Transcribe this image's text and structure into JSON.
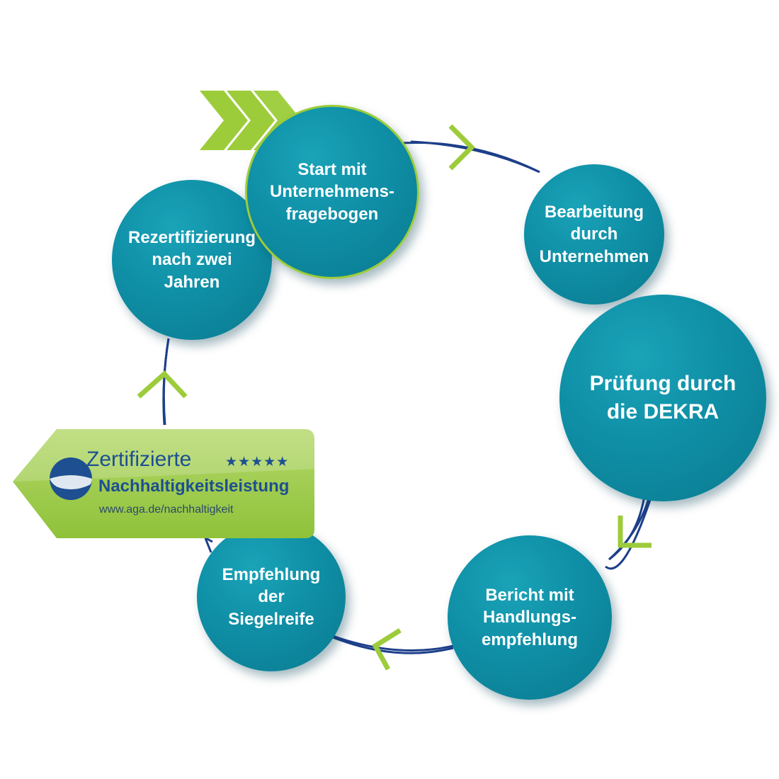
{
  "diagram": {
    "nodes": [
      {
        "id": "start",
        "label": "Start mit\nUnternehmens-\nfragebogen"
      },
      {
        "id": "bearbeitung",
        "label": "Bearbeitung\ndurch\nUnternehmen"
      },
      {
        "id": "pruefung",
        "label": "Prüfung durch\ndie DEKRA"
      },
      {
        "id": "bericht",
        "label": "Bericht mit\nHandlungs-\nempfehlung"
      },
      {
        "id": "empfehlung",
        "label": "Empfehlung\nder\nSiegelreife"
      },
      {
        "id": "rezertifizierung",
        "label": "Rezertifizierung\nnach zwei\nJahren"
      }
    ],
    "cycle_order": [
      "start",
      "bearbeitung",
      "pruefung",
      "bericht",
      "empfehlung",
      "rezertifizierung"
    ],
    "colors": {
      "node": "#0f8fa6",
      "accent_green": "#9ccc3a",
      "ring_line": "#1d3f8a"
    }
  },
  "badge": {
    "title": "Zertifizierte",
    "stars": "★★★★★",
    "subtitle": "Nachhaltigkeitsleistung",
    "url": "www.aga.de/nachhaltigkeit",
    "colors": {
      "fill": "#9fcc4a",
      "text": "#1d4f91"
    }
  }
}
